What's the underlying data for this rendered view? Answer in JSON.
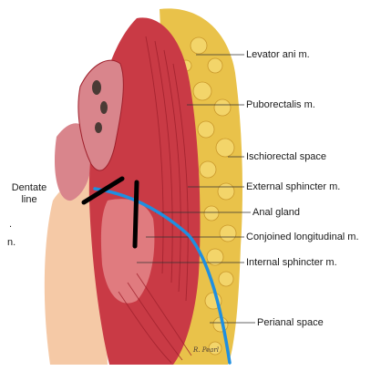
{
  "labels": {
    "levator_ani": "Levator ani m.",
    "puborectalis": "Puborectalis m.",
    "ischiorectal_space": "Ischiorectal space",
    "external_sphincter": "External sphincter m.",
    "anal_gland": "Anal gland",
    "conjoined_longitudinal": "Conjoined longitudinal m.",
    "internal_sphincter": "Internal sphincter m.",
    "perianal_space": "Perianal space",
    "dentate_line_1": "Dentate",
    "dentate_line_2": "line",
    "edge_dot": ".",
    "edge_fragment": "n."
  },
  "signature": "R. Pearl",
  "colors": {
    "fat": "#e9c24a",
    "fat_globule": "#f3d56a",
    "muscle": "#c93a45",
    "muscle_light": "#e07b7f",
    "mucosa": "#d9858c",
    "skin": "#f5c9a6",
    "fistula_track": "#1f8fe0",
    "incision_bar": "#000000"
  }
}
